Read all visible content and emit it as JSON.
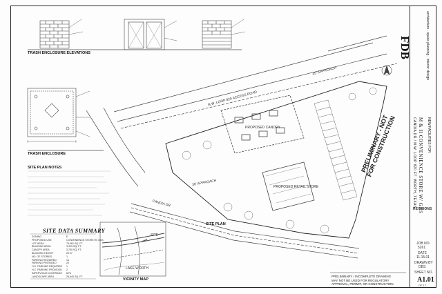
{
  "title_block": {
    "firm_logo": "FDB",
    "firm_tagline": "architecture · space planning · interior design",
    "project_title": "M & H CONVENIENCE STORE W/ GAS",
    "project_location": "CANDIA DR / N.W. LOOP 820  FT. WORTH, TEXAS",
    "project_kicker": "NEW FACILITIES FOR",
    "revisions_label": "REVISIONS",
    "job_no_label": "JOB NO.",
    "job_no": "5261",
    "date_label": "DATE",
    "date_value": "11.15.01",
    "drawn_by_label": "DRAWN BY",
    "drawn_by": "DBS",
    "sheet_no_label": "SHEET NO.",
    "sheet_no": "A1.01",
    "sheet_of": "OF 17"
  },
  "drawing_labels": {
    "trash_elevations": "TRASH ENCLOSURE ELEVATIONS",
    "trash_enclosure": "TRASH ENCLOSURE",
    "site_plan": "SITE PLAN",
    "vicinity_map": "VICINITY MAP",
    "lake_worth": "LAKE WORTH",
    "access_road": "N.W. LOOP 820 ACCESS ROAD",
    "candia_dr": "CANDIA DR",
    "approach_top": "45' APPROACH",
    "approach_mid": "30' APPROACH",
    "retail_store": "PROPOSED RETAIL STORE",
    "canopy": "PROPOSED CANOPY",
    "vicinity_site": "SITE"
  },
  "site_data_summary": {
    "title": "SITE DATA SUMMARY",
    "rows": [
      {
        "label": "ZONING",
        "value": "E"
      },
      {
        "label": "PROPOSED USE",
        "value": "CONVENIENCE STORE W/ GAS"
      },
      {
        "label": "LOT AREA",
        "value": "75,661 SQ. FT."
      },
      {
        "label": "BUILDING AREA",
        "value": "3,315 SQ. FT."
      },
      {
        "label": "CANOPY AREA",
        "value": "3,750 SQ. FT."
      },
      {
        "label": "BUILDING HEIGHT",
        "value": "20'-0\""
      },
      {
        "label": "NO. OF STORIES",
        "value": "1"
      },
      {
        "label": "PARKING REQUIRED",
        "value": "14"
      },
      {
        "label": "PARKING PROVIDED",
        "value": "20"
      },
      {
        "label": "H.C. PARKING REQUIRED",
        "value": "1"
      },
      {
        "label": "H.C. PARKING PROVIDED",
        "value": "2"
      },
      {
        "label": "IMPERVIOUS COVERAGE",
        "value": "62%"
      },
      {
        "label": "LANDSCAPE AREA",
        "value": "28,640 SQ. FT."
      }
    ]
  },
  "general_notes_title": "SITE PLAN NOTES",
  "prelim_stamp": {
    "line1": "PRELIMINARY - NOT",
    "line2": "FOR CONSTRUCTION"
  },
  "prelim_note": {
    "line1": "PRELIMINARY / INCOMPLETE DRAWING",
    "line2": "MAY NOT BE USED FOR REGULATORY",
    "line3": "APPROVAL, PERMIT, OR CONSTRUCTION"
  }
}
